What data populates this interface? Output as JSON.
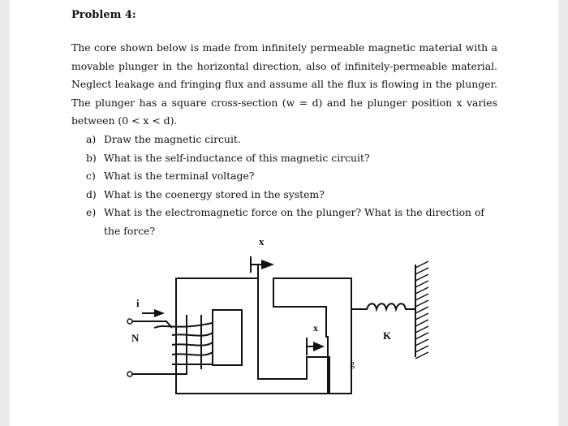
{
  "problem": {
    "title": "Problem 4:",
    "intro": "The core shown below is made from infinitely permeable magnetic material with a movable plunger in the horizontal direction, also of infinitely-permeable material. Neglect leakage and fringing flux and assume all the flux is flowing in the plunger. The plunger has a square cross-section (w = d) and he plunger position x varies between (0 < x < d).",
    "questions": [
      {
        "label": "a)",
        "text": "Draw the magnetic circuit."
      },
      {
        "label": "b)",
        "text": "What is the self-inductance of this magnetic circuit?"
      },
      {
        "label": "c)",
        "text": "What is the terminal voltage?"
      },
      {
        "label": "d)",
        "text": "What is the coenergy stored in the system?"
      },
      {
        "label": "e)",
        "text": "What is the electromagnetic force on the plunger? What is the direction of the force?"
      }
    ]
  },
  "figure": {
    "label_x_top": "x",
    "label_x_gap": "x",
    "label_i": "i",
    "label_N": "N",
    "label_K": "K",
    "label_g": "g"
  }
}
